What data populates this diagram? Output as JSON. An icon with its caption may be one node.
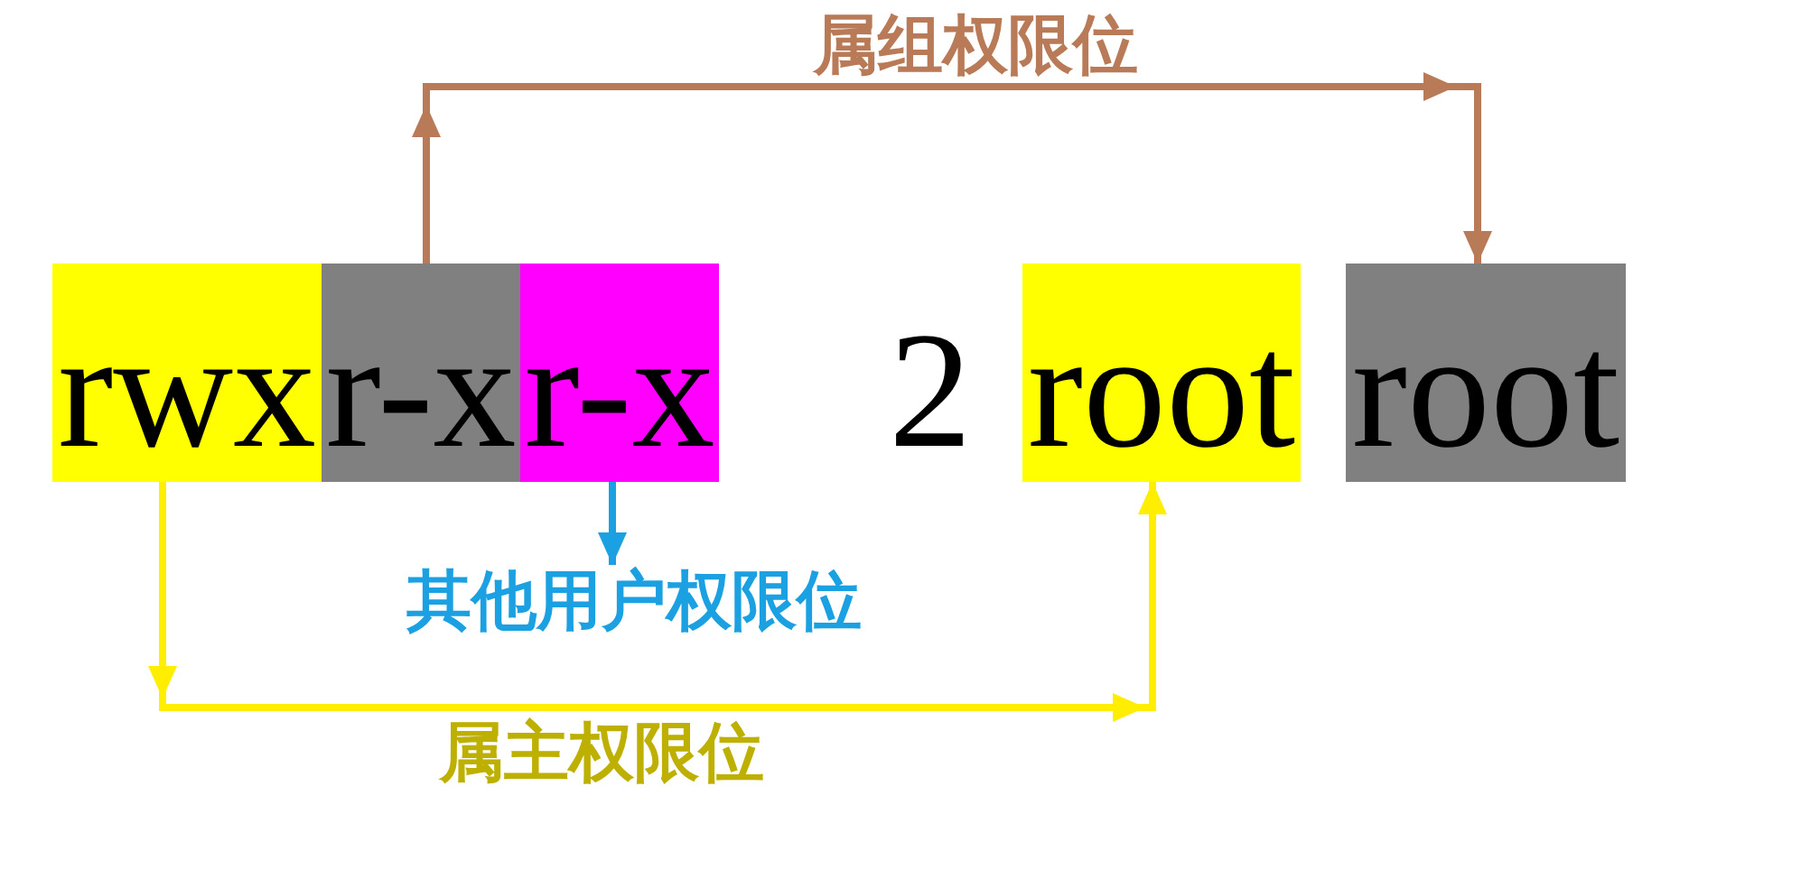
{
  "diagram": {
    "nodes": [
      {
        "text": [
          "rwx"
        ]
      },
      {
        "text": [
          "r-x"
        ]
      },
      {
        "text": [
          "r-x"
        ]
      },
      {
        "text": [
          "root"
        ]
      },
      {
        "text": [
          "root"
        ]
      },
      {
        "text": [
          "其他用户权限位"
        ]
      }
    ],
    "edges": [
      {
        "from": 1,
        "to": 4,
        "arrow": "to",
        "label": "属组权限位",
        "color": "#b97a57"
      },
      {
        "from": 0,
        "to": 3,
        "arrow": "to",
        "label": "属主权限位",
        "color": "#ffee00"
      },
      {
        "from": 2,
        "to": 5,
        "arrow": "to",
        "color": "#1ba1e2"
      }
    ],
    "labels": [
      "2"
    ]
  }
}
